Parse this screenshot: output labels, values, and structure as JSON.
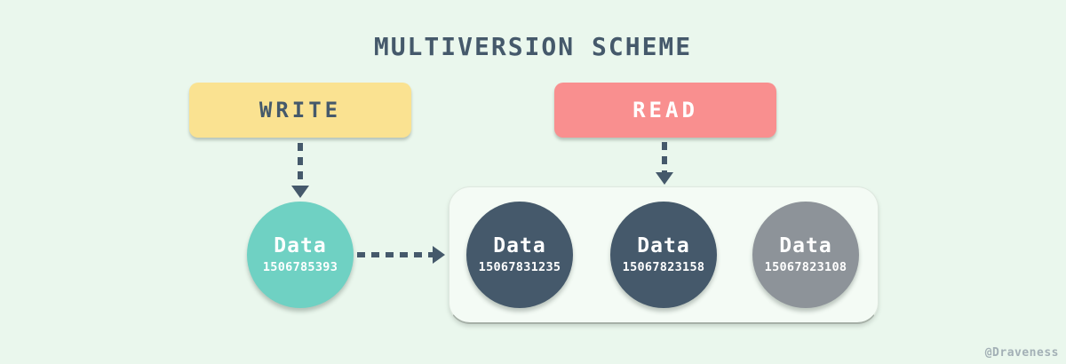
{
  "title": "MULTIVERSION SCHEME",
  "watermark": "@Draveness",
  "colors": {
    "background": "#EAF7ED",
    "ink": "#45596B",
    "arrow": "#45596B",
    "container": "#F4FBF5",
    "container_border": "#DEE8DF",
    "container_edge": "#A6B0A7",
    "watermark_text": "#A3B0B6"
  },
  "nodes": {
    "write": {
      "label": "WRITE",
      "fill": "#FAE291",
      "text_color": "#45596B"
    },
    "read": {
      "label": "READ",
      "fill": "#F98F8F",
      "text_color": "#FFFFFF"
    },
    "current_version": {
      "label": "Data",
      "version": "1506785393",
      "fill": "#6FD1C3",
      "text_color": "#FFFFFF"
    },
    "history_versions": [
      {
        "label": "Data",
        "version": "15067831235",
        "fill": "#45596B",
        "text_color": "#FFFFFF"
      },
      {
        "label": "Data",
        "version": "15067823158",
        "fill": "#45596B",
        "text_color": "#FFFFFF"
      },
      {
        "label": "Data",
        "version": "15067823108",
        "fill": "#8D9399",
        "text_color": "#FFFFFF"
      }
    ]
  }
}
